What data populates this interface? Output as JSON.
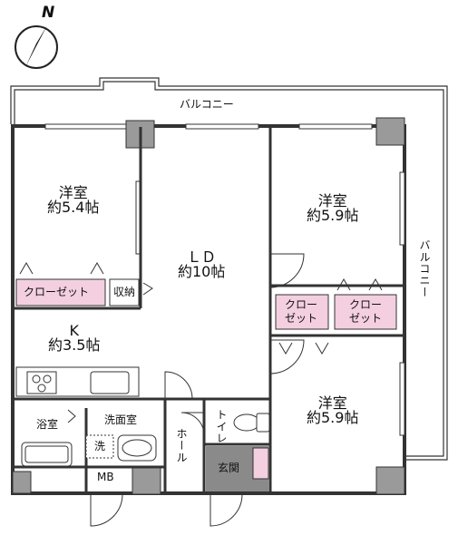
{
  "compass": {
    "north_label": "N"
  },
  "balcony_top": "バルコニー",
  "balcony_right": "バルコニー",
  "rooms": {
    "western_nw": {
      "name": "洋室",
      "size": "約5.4帖"
    },
    "living": {
      "name": "ＬＤ",
      "size": "約10帖"
    },
    "western_ne": {
      "name": "洋室",
      "size": "約5.9帖"
    },
    "western_se": {
      "name": "洋室",
      "size": "約5.9帖"
    },
    "kitchen": {
      "name": "K",
      "size": "約3.5帖"
    }
  },
  "labels": {
    "closet_long": "クローゼット",
    "storage": "収納",
    "closet_a": [
      "クロー",
      "ゼット"
    ],
    "closet_b": [
      "クロー",
      "ゼット"
    ],
    "bath": "浴室",
    "washroom": "洗面室",
    "washer": "洗",
    "meter_box": "MB",
    "hall": "ホール",
    "toilet": "トイレ",
    "entrance": "玄関"
  },
  "colors": {
    "wall": "#333333",
    "pillar": "#9a9a9a",
    "closet_fill": "#f3cfe0",
    "entrance_fill": "#8a8a8a",
    "line": "#222222"
  }
}
